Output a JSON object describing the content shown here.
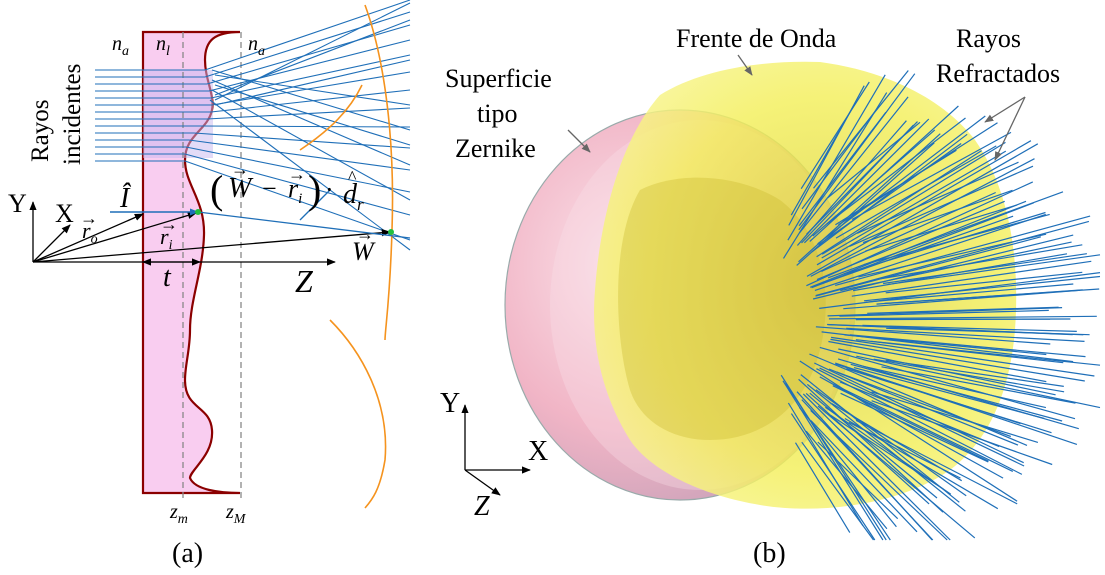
{
  "panel_a": {
    "caption": "(a)",
    "index_left": "n",
    "index_left_sub": "a",
    "index_lens": "n",
    "index_lens_sub": "l",
    "index_right": "n",
    "index_right_sub": "a",
    "incident_rays_line1": "Rayos",
    "incident_rays_line2": "incidentes",
    "axis_y": "Y",
    "axis_x": "X",
    "axis_z": "Z",
    "incident_vector": "Î",
    "ro_vector": "r",
    "ro_sub": "o",
    "ri_vector": "r",
    "ri_sub": "i",
    "thickness": "t",
    "w_vector": "W",
    "formula_open": "(",
    "formula_w": "W",
    "formula_minus": "−",
    "formula_r": "r",
    "formula_r_sub": "i",
    "formula_close": ")",
    "formula_dot": "·",
    "dr_vector": "d",
    "dr_sub": "r",
    "zm": "z",
    "zm_sub": "m",
    "zM": "z",
    "zM_sub": "M"
  },
  "panel_b": {
    "caption": "(b)",
    "surface_label_line1": "Superficie",
    "surface_label_line2": "tipo",
    "surface_label_line3": "Zernike",
    "wavefront_label": "Frente de Onda",
    "refracted_label_line1": "Rayos",
    "refracted_label_line2": "Refractados",
    "axis_y": "Y",
    "axis_x": "X",
    "axis_z": "Z"
  },
  "colors": {
    "lens_fill": "#f9cdf0",
    "lens_edge": "#8b0000",
    "rays": "#1f6fb8",
    "wavefront_a": "#f5931e",
    "wavefront_b": "#f2ef3a",
    "surface_b": "#f2b8cc",
    "intersection": "#22c040"
  }
}
